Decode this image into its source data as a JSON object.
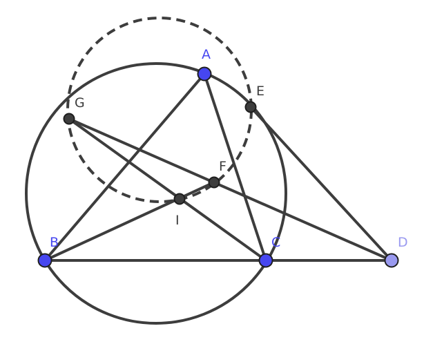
{
  "colors": {
    "stroke": "#3d3d3d",
    "point_primary": "#4646f0",
    "point_secondary": "#9a9af0",
    "point_dark": "#3d3d3d",
    "label_primary": "#4646f0",
    "label_secondary": "#9a9af0",
    "label_dark": "#3d3d3d",
    "background": "#ffffff"
  },
  "points": {
    "A": "A",
    "B": "B",
    "C": "C",
    "D": "D",
    "E": "E",
    "F": "F",
    "G": "G",
    "I": "I"
  }
}
